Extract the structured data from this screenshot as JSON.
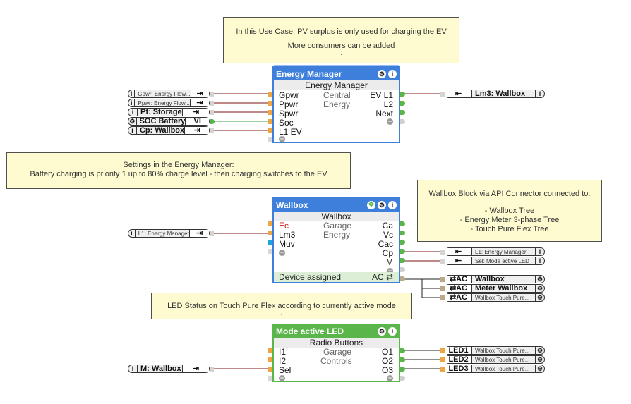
{
  "notes": {
    "use_case": {
      "lines": [
        "In this Use Case, PV surplus is only used for charging the EV",
        "More consumers can be added"
      ],
      "dot": "."
    },
    "settings": {
      "lines": [
        "Settings in the Energy Manager:",
        "Battery charging is priority 1 up to 80% charge level - then charging switches to the EV"
      ],
      "dot": "."
    },
    "wallbox_api": {
      "lines": [
        "Wallbox Block via API Connector connected to:",
        "- Wallbox Tree",
        "- Energy Meter 3-phase Tree",
        "- Touch Pure Flex Tree"
      ],
      "dot": "."
    },
    "led_status": {
      "lines": [
        "LED Status on Touch Pure Flex according to currently active mode"
      ],
      "dot": "."
    }
  },
  "blocks": {
    "energy_manager": {
      "title": "Energy Manager",
      "subtitle": "Energy Manager",
      "room": "Central",
      "category": "Energy",
      "inputs": [
        "Gpwr",
        "Ppwr",
        "Spwr",
        "Soc",
        "L1 EV"
      ],
      "outputs": [
        "EV L1",
        "L2",
        "Next"
      ],
      "icons": {
        "settings": "⚙",
        "info": "i"
      }
    },
    "wallbox": {
      "title": "Wallbox",
      "subtitle": "Wallbox",
      "room": "Garage",
      "category": "Energy",
      "inputs": [
        "Ec",
        "Lm3",
        "Muv"
      ],
      "outputs": [
        "Ca",
        "Vc",
        "Cac",
        "Cp",
        "M"
      ],
      "device_status": "Device assigned",
      "device_port": "AC ⇄",
      "icons": {
        "move": "✥",
        "settings": "⚙",
        "info": "i"
      }
    },
    "mode_led": {
      "title": "Mode active LED",
      "subtitle": "Radio Buttons",
      "room": "Garage",
      "category": "Controls",
      "inputs": [
        "I1",
        "I2",
        "Sel"
      ],
      "outputs": [
        "O1",
        "O2",
        "O3"
      ],
      "icons": {
        "settings": "⚙",
        "info": "i"
      }
    }
  },
  "refs": {
    "em_inputs": [
      {
        "label": "Gpwr: Energy Flow...",
        "sym": "⇥",
        "icon": "i"
      },
      {
        "label": "Ppwr: Energy Flow...",
        "sym": "⇥",
        "icon": "i"
      },
      {
        "label": "Pf: Storage",
        "sym": "⇥",
        "icon": "i"
      },
      {
        "label": "SOC Battery",
        "sym": "VI",
        "icon": "⚙"
      },
      {
        "label": "Cp: Wallbox",
        "sym": "⇥",
        "icon": "i"
      }
    ],
    "em_outputs": [
      {
        "label": "Lm3: Wallbox",
        "sym": "⇤",
        "icon": "i"
      }
    ],
    "wb_inputs": [
      {
        "label": "L1: Energy Manager",
        "sym": "⇥",
        "icon": "i"
      }
    ],
    "wb_outputs": [
      {
        "label": "L1: Energy Manager",
        "sym": "⇤",
        "icon": "i"
      },
      {
        "label": "Sel: Mode active LED",
        "sym": "⇤",
        "icon": "i"
      }
    ],
    "wb_devices": [
      {
        "label": "Wallbox",
        "sym": "⇄AC",
        "icon": "⚙"
      },
      {
        "label": "Meter Wallbox",
        "sym": "⇄AC",
        "icon": "⚙"
      },
      {
        "label": "Wallbox Touch Pure...",
        "sym": "⇄AC",
        "icon": "⚙"
      }
    ],
    "led_inputs": [
      {
        "label": "M: Wallbox",
        "sym": "⇥",
        "icon": "i"
      }
    ],
    "led_outputs": [
      {
        "label": "Wallbox Touch Pure...",
        "sym": "LED1",
        "icon": "⚙"
      },
      {
        "label": "Wallbox Touch Pure...",
        "sym": "LED2",
        "icon": "⚙"
      },
      {
        "label": "Wallbox Touch Pure...",
        "sym": "LED3",
        "icon": "⚙"
      }
    ]
  },
  "colors": {
    "block_blue": "#3e7fdc",
    "block_green": "#5ab54a",
    "wire": "#7a1010",
    "note_bg": "#fefbd0",
    "input_pin": "#f0a540",
    "output_pin": "#5ab54a"
  }
}
